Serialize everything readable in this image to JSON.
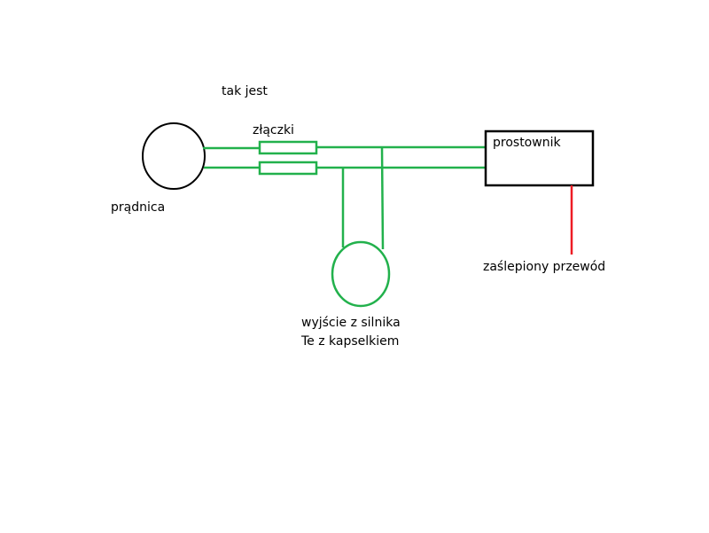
{
  "labels": {
    "title": "tak jest",
    "connectors": "złączki",
    "generator": "prądnica",
    "rectifier": "prostownik",
    "blocked_wire": "zaślepiony przewód",
    "engine_output_line1": "wyjście z silnika",
    "engine_output_line2": "Te z kapselkiem"
  },
  "colors": {
    "wire": "#22b14c",
    "blocked": "#ed1c24",
    "outline": "#000000"
  }
}
